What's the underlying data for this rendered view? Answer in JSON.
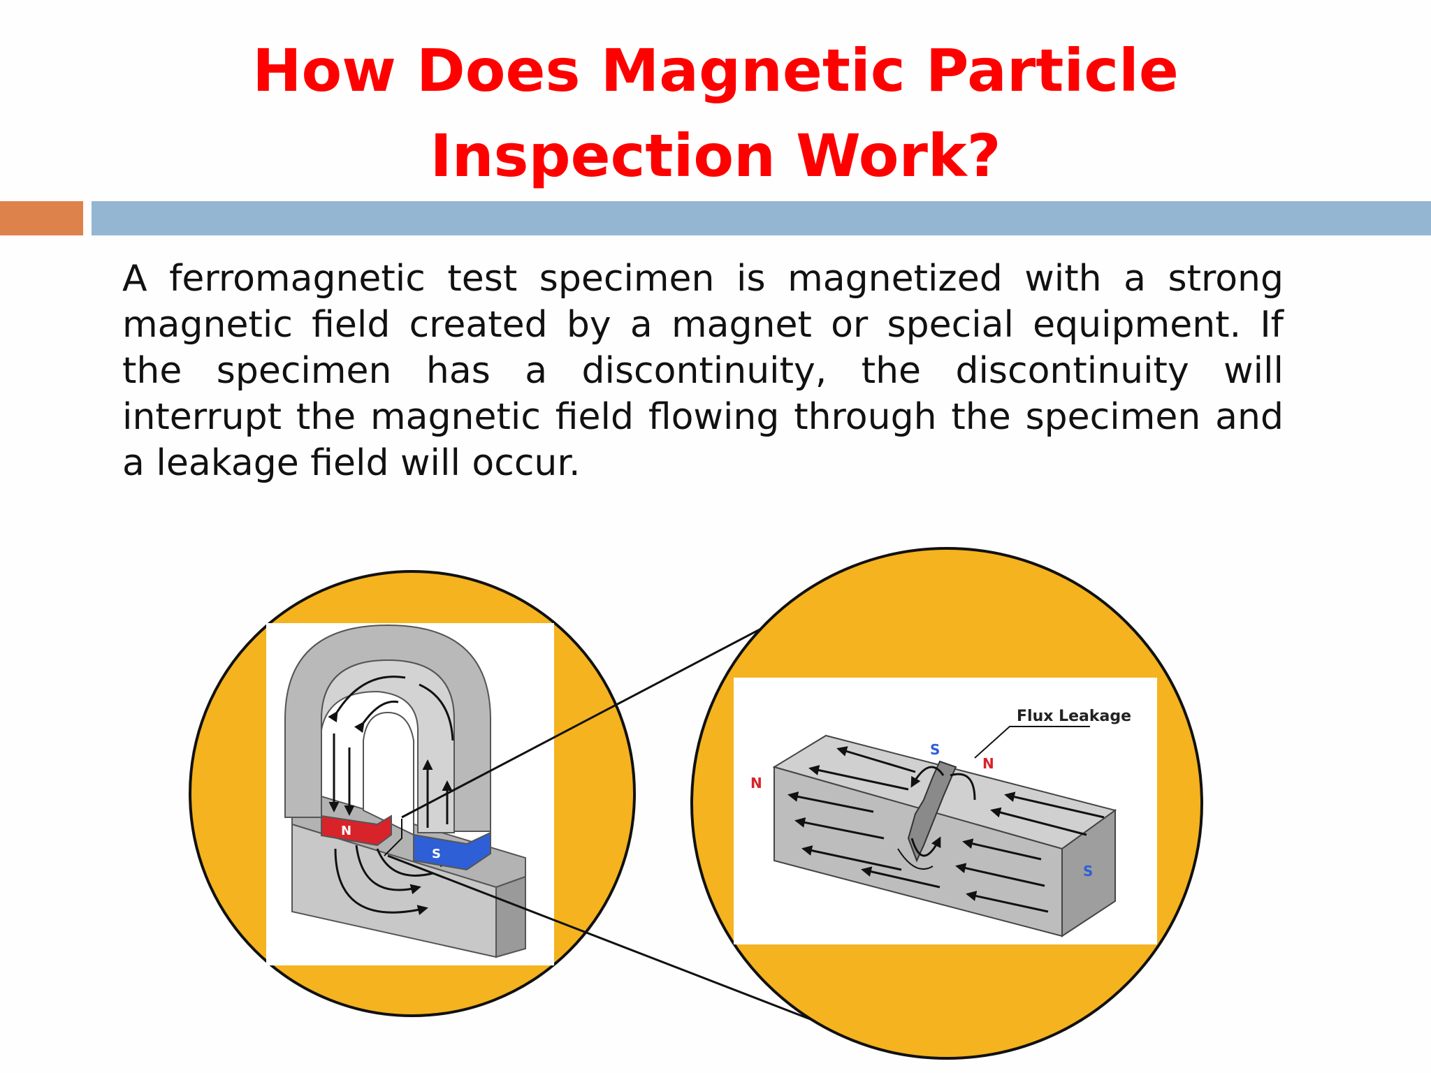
{
  "slide": {
    "title_line1": "How Does Magnetic Particle",
    "title_line2": "Inspection Work?",
    "body": "A ferromagnetic test specimen is magnetized with a strong magnetic field created by a magnet or special equipment. If the specimen has a discontinuity, the discontinuity will interrupt the magnetic field flowing through the specimen and a leakage field will occur."
  },
  "figure": {
    "left_magnet_n_label": "N",
    "left_magnet_s_label": "S",
    "right_n_label_left": "N",
    "right_s_label_top": "S",
    "right_n_label_top": "N",
    "right_s_label_end": "S",
    "flux_leakage_label": "Flux Leakage"
  },
  "colors": {
    "title": "#ff0000",
    "accent_bar": "#de824b",
    "main_bar": "#94b6d2",
    "circle_fill": "#f4b31f",
    "north_pole": "#d8232a",
    "south_pole": "#2f5fd6",
    "steel": "#c8c8c8"
  }
}
